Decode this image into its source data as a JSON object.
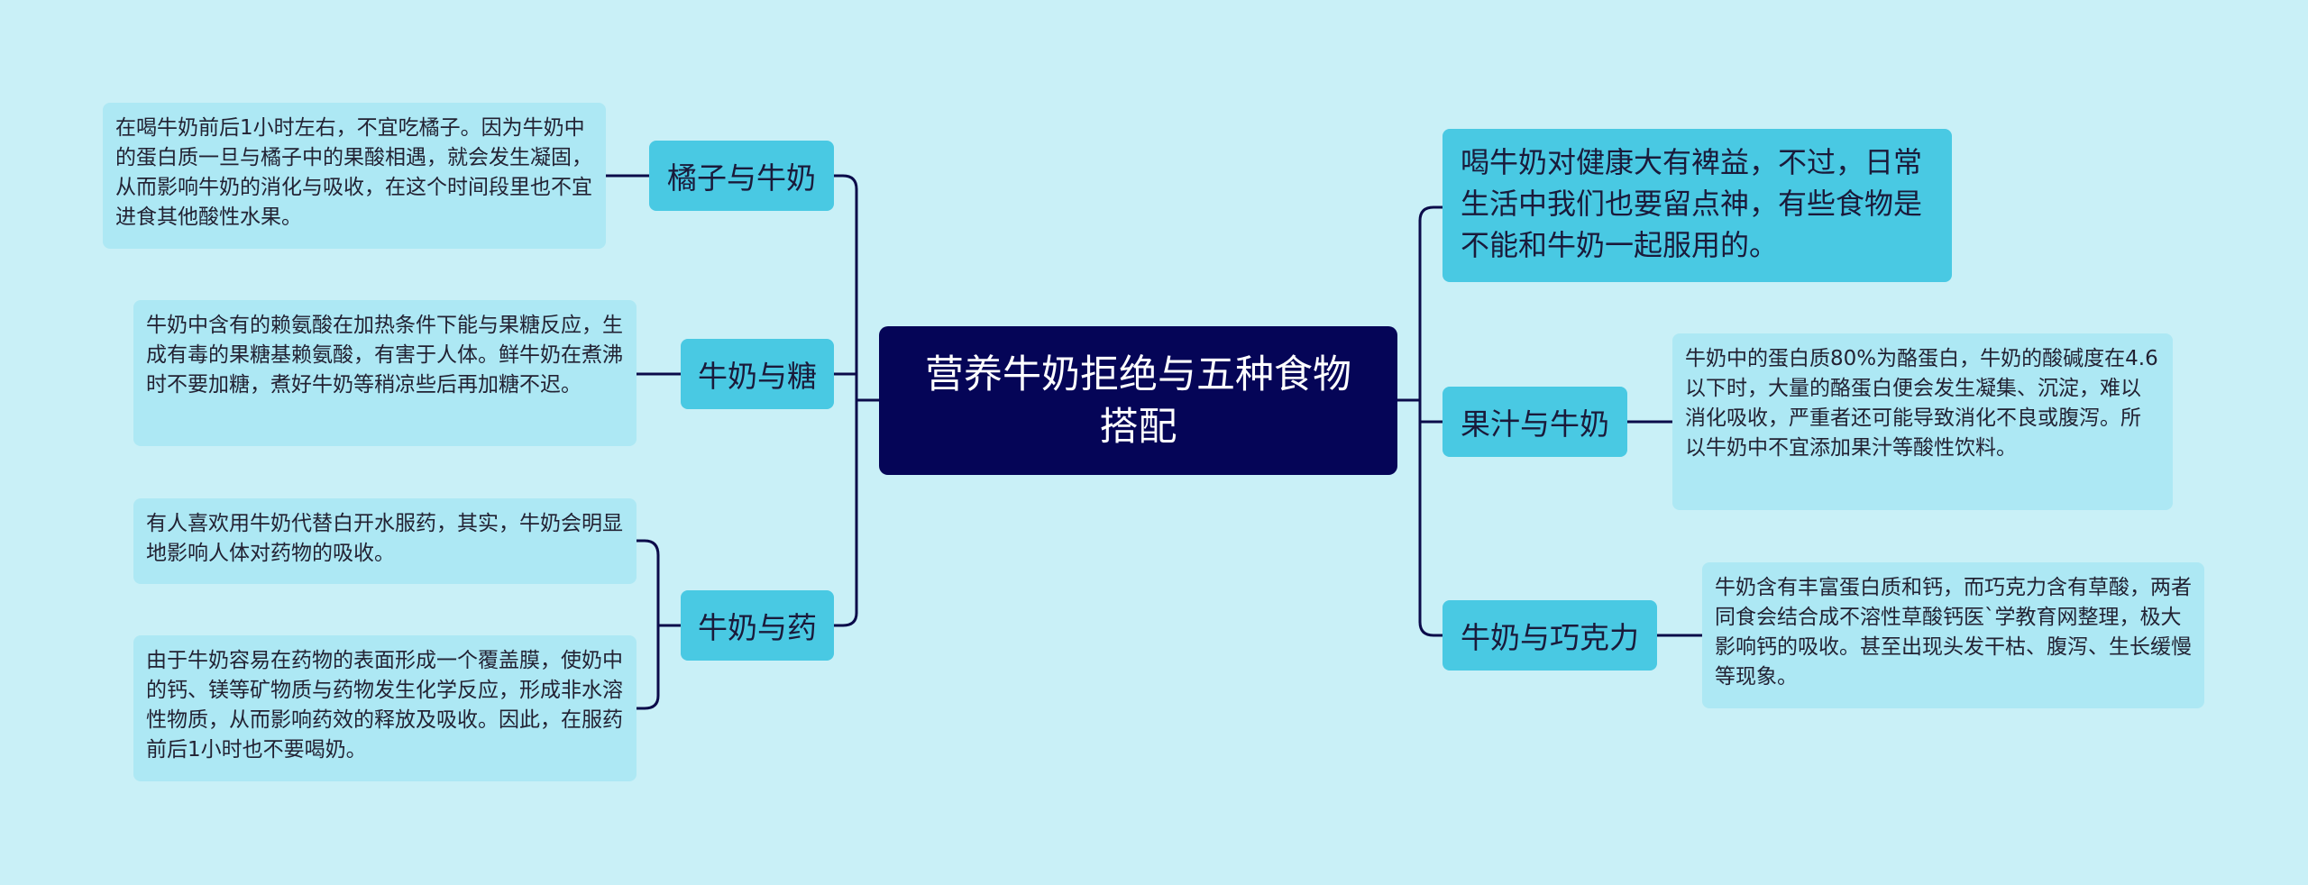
{
  "mindmap": {
    "central": "营养牛奶拒绝与五种食物搭配",
    "left": [
      {
        "label": "橘子与牛奶",
        "details": [
          "在喝牛奶前后1小时左右，不宜吃橘子。因为牛奶中的蛋白质一旦与橘子中的果酸相遇，就会发生凝固，从而影响牛奶的消化与吸收，在这个时间段里也不宜进食其他酸性水果。"
        ]
      },
      {
        "label": "牛奶与糖",
        "details": [
          "牛奶中含有的赖氨酸在加热条件下能与果糖反应，生成有毒的果糖基赖氨酸，有害于人体。鲜牛奶在煮沸时不要加糖，煮好牛奶等稍凉些后再加糖不迟。"
        ]
      },
      {
        "label": "牛奶与药",
        "details": [
          "有人喜欢用牛奶代替白开水服药，其实，牛奶会明显地影响人体对药物的吸收。",
          "由于牛奶容易在药物的表面形成一个覆盖膜，使奶中的钙、镁等矿物质与药物发生化学反应，形成非水溶性物质，从而影响药效的释放及吸收。因此，在服药前后1小时也不要喝奶。"
        ]
      }
    ],
    "right": [
      {
        "label": "喝牛奶对健康大有裨益，不过，日常生活中我们也要留点神，有些食物是不能和牛奶一起服用的。",
        "details": []
      },
      {
        "label": "果汁与牛奶",
        "details": [
          "牛奶中的蛋白质80%为酪蛋白，牛奶的酸碱度在4.6以下时，大量的酪蛋白便会发生凝集、沉淀，难以消化吸收，严重者还可能导致消化不良或腹泻。所以牛奶中不宜添加果汁等酸性饮料。"
        ]
      },
      {
        "label": "牛奶与巧克力",
        "details": [
          "牛奶含有丰富蛋白质和钙，而巧克力含有草酸，两者同食会结合成不溶性草酸钙医`学教育网整理，极大影响钙的吸收。甚至出现头发干枯、腹泻、生长缓慢等现象。"
        ]
      }
    ],
    "colors": {
      "background": "#c9f0f7",
      "central_fill": "#050557",
      "branch_fill": "#49c9e3",
      "leaf_fill": "#ade8f4",
      "connector": "#0b0b4a"
    }
  }
}
